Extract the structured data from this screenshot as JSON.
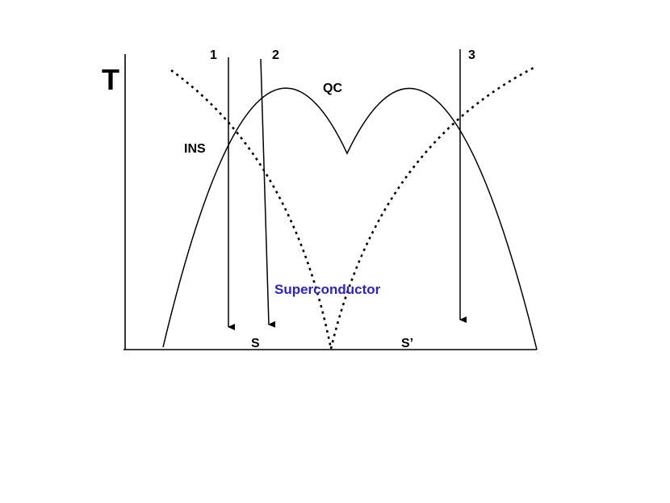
{
  "axis": {
    "y_label": "T"
  },
  "arrows": [
    {
      "id": "1",
      "label": "1"
    },
    {
      "id": "2",
      "label": "2"
    },
    {
      "id": "3",
      "label": "3"
    }
  ],
  "regions": {
    "qc": "QC",
    "ins": "INS",
    "superconductor": "Superconductor",
    "s": "S",
    "s_prime": "S’"
  },
  "colors": {
    "line": "#000000",
    "superconductor_label": "#2a1fe0",
    "background": "#ffffff"
  }
}
